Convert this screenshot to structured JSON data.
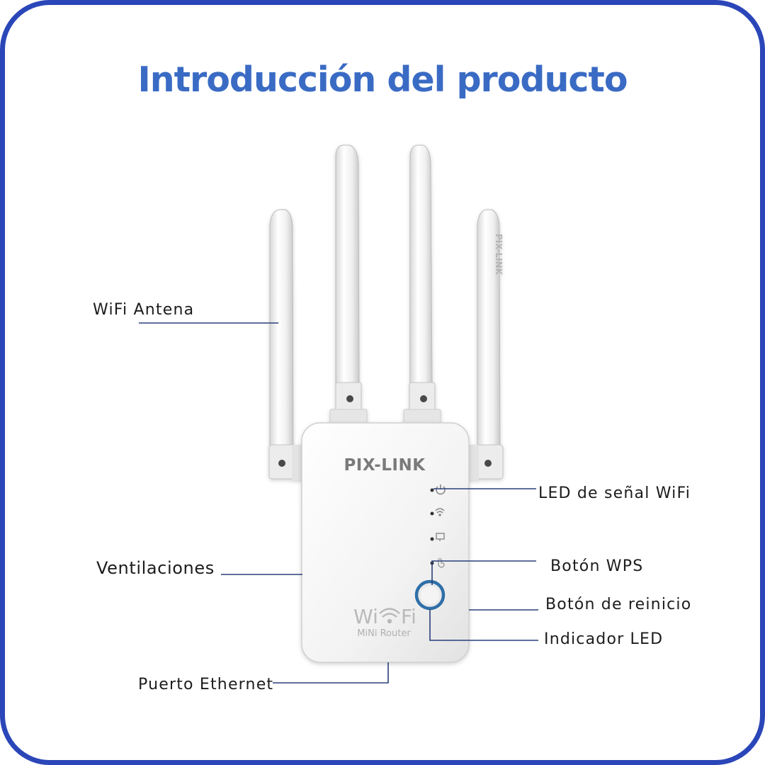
{
  "title": "Introducción del producto",
  "device": {
    "brand": "PIX-LINK",
    "side_print": "PIX-LINK",
    "wifi_logo": "Wi Fi",
    "model": "MiNi Router",
    "indicator_icons": [
      "power-icon",
      "wifi-icon",
      "monitor-icon",
      "wps-hand-icon"
    ]
  },
  "callouts": {
    "wifi_antenna": "WiFi Antena",
    "wifi_signal_led": "LED de señal WiFi",
    "vents": "Ventilaciones",
    "wps_button": "Botón WPS",
    "reset_button": "Botón de reinicio",
    "led_indicator": "Indicador LED",
    "ethernet_port": "Puerto Ethernet"
  },
  "colors": {
    "frame": "#2a46b8",
    "title": "#3a6bc4",
    "leader_line": "#2a3f7a",
    "button_ring": "#2f6fa8"
  }
}
